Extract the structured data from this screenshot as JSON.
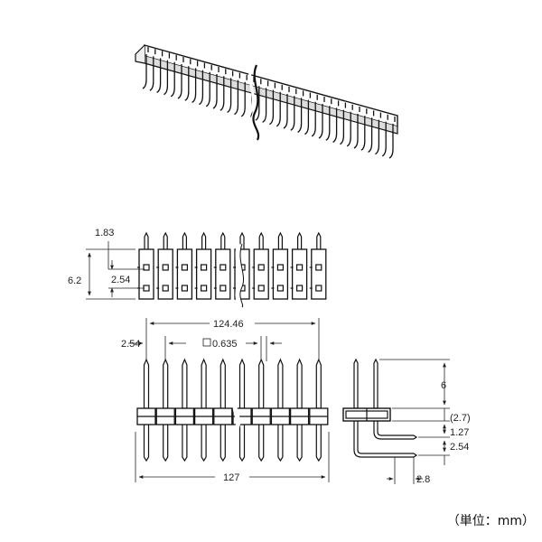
{
  "dimensions": {
    "top_view": {
      "pin_width": "1.83",
      "body_height": "6.2",
      "row_pitch": "2.54"
    },
    "front_view": {
      "span_pins": "124.46",
      "pitch": "2.54",
      "pin_square": "0.635",
      "overall_length": "127"
    },
    "side_view": {
      "pin_height": "6",
      "body": "(2.7)",
      "offset": "1.27",
      "row_pitch": "2.54",
      "tail": "2.8"
    }
  },
  "unit_label": "（単位：mm）"
}
